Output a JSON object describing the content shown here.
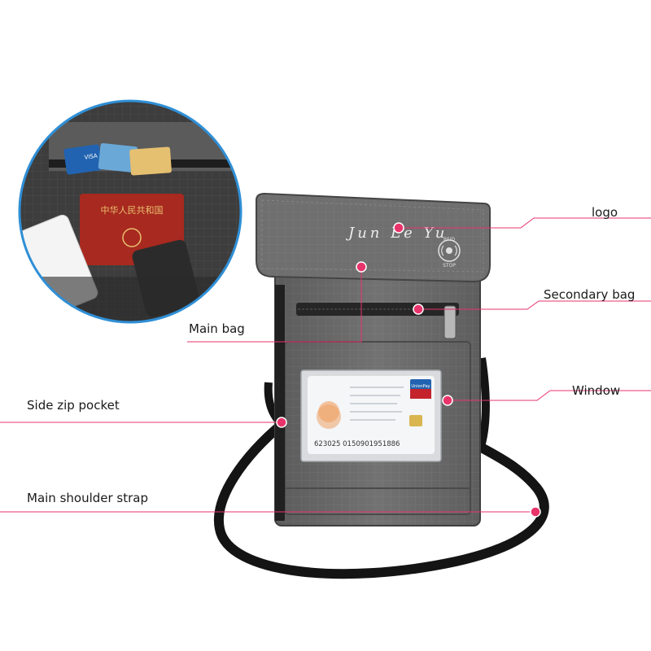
{
  "colors": {
    "accent": "#e8336b",
    "bag": "#6e6e6e",
    "bag_dark": "#3f3f3f",
    "strap": "#141414",
    "zoom_ring": "#2f8fd6",
    "passport": "#a8291f",
    "card_blue": "#2163b0"
  },
  "bag": {
    "brand_text": "Jun Le Yu",
    "rfid_text_top": "RFID",
    "rfid_text_bottom": "STOP",
    "id_card_number": "623025 0150901951886",
    "id_card_badge": "UnionPay"
  },
  "zoom_detail": {
    "passport_title": "中华人民共和国",
    "card_text": "VISA"
  },
  "callouts": [
    {
      "id": "logo",
      "label": "logo"
    },
    {
      "id": "secondary-bag",
      "label": "Secondary bag"
    },
    {
      "id": "main-bag",
      "label": "Main bag"
    },
    {
      "id": "window",
      "label": "Window"
    },
    {
      "id": "side-zip-pocket",
      "label": "Side zip pocket"
    },
    {
      "id": "main-shoulder-strap",
      "label": "Main shoulder strap"
    }
  ]
}
